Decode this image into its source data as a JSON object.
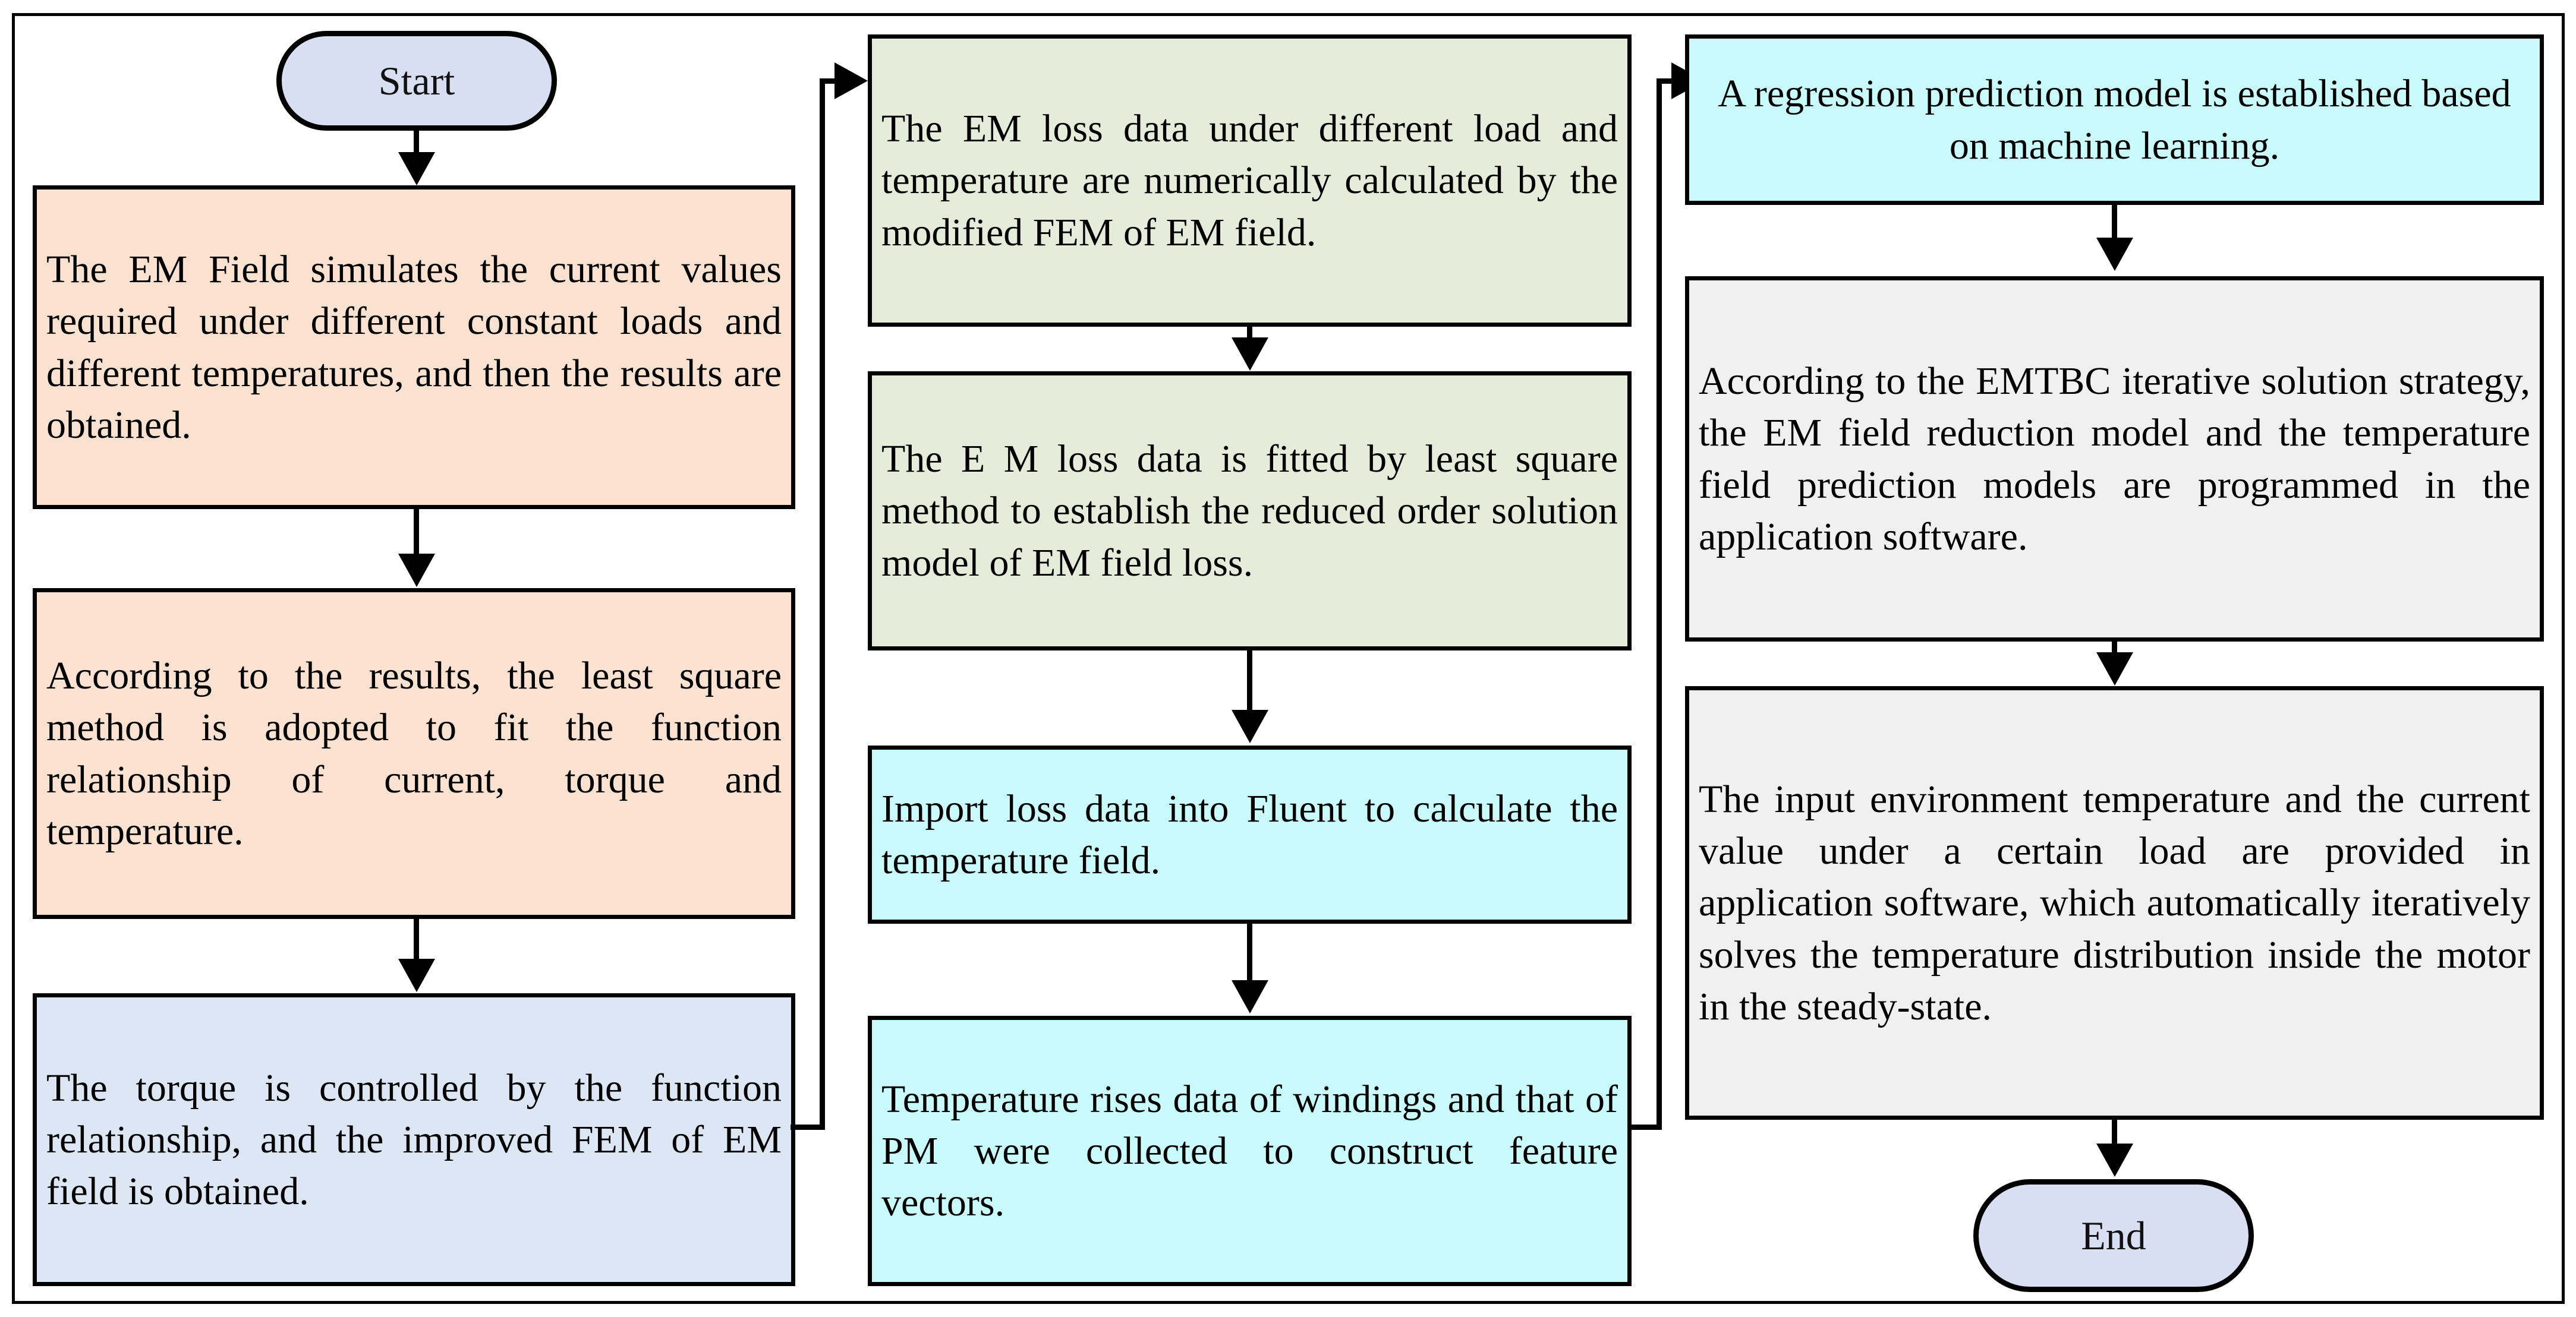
{
  "diagram": {
    "title": "EMTBC motor temperature-field prediction workflow flowchart",
    "colors": {
      "border": "#000000",
      "peach": "#fbe2d0",
      "light_blue": "#dce6f4",
      "green": "#e5ecd9",
      "cyan": "#c9fbfd",
      "gray": "#f0f0f0",
      "terminator": "#d9dff2"
    },
    "terminators": {
      "start": "Start",
      "end": "End"
    },
    "columns": [
      {
        "name": "column-left",
        "nodes": [
          {
            "id": "left-1",
            "fill": "peach",
            "text": "The EM Field simulates the current values required under different constant loads and different temperatures, and then the results are obtained."
          },
          {
            "id": "left-2",
            "fill": "peach",
            "text": "According to the results, the least square method is adopted to fit the function relationship of current, torque and temperature."
          },
          {
            "id": "left-3",
            "fill": "light_blue",
            "text": "The torque is controlled by the function relationship, and the improved FEM of EM field is obtained."
          }
        ]
      },
      {
        "name": "column-middle",
        "nodes": [
          {
            "id": "mid-1",
            "fill": "green",
            "text": "The EM loss data under different load and temperature are numerically calculated by the modified FEM of EM field."
          },
          {
            "id": "mid-2",
            "fill": "green",
            "text": "The E M loss data is fitted by least square method to establish the reduced order solution model of EM field loss."
          },
          {
            "id": "mid-3",
            "fill": "cyan",
            "text": "Import loss data into Fluent to calculate the temperature field."
          },
          {
            "id": "mid-4",
            "fill": "cyan",
            "text": "Temperature rises data of windings and that of PM were collected to construct feature vectors."
          }
        ]
      },
      {
        "name": "column-right",
        "nodes": [
          {
            "id": "right-1",
            "fill": "cyan",
            "align": "center",
            "text": "A regression prediction model is established based on machine learning."
          },
          {
            "id": "right-2",
            "fill": "gray",
            "text": "According to the EMTBC iterative solution strategy, the EM field reduction model and the temperature field prediction models are programmed in the application software."
          },
          {
            "id": "right-3",
            "fill": "gray",
            "text": "The input environment temperature and the current value under a certain load are provided in application software, which automatically iteratively solves the temperature distribution inside the motor in the steady-state."
          }
        ]
      }
    ],
    "edges": [
      {
        "from": "start",
        "to": "left-1",
        "kind": "straight-down"
      },
      {
        "from": "left-1",
        "to": "left-2",
        "kind": "straight-down"
      },
      {
        "from": "left-2",
        "to": "left-3",
        "kind": "straight-down"
      },
      {
        "from": "left-3",
        "to": "mid-1",
        "kind": "elbow-right-up"
      },
      {
        "from": "mid-1",
        "to": "mid-2",
        "kind": "straight-down"
      },
      {
        "from": "mid-2",
        "to": "mid-3",
        "kind": "straight-down"
      },
      {
        "from": "mid-3",
        "to": "mid-4",
        "kind": "straight-down"
      },
      {
        "from": "mid-4",
        "to": "right-1",
        "kind": "elbow-right-up"
      },
      {
        "from": "right-1",
        "to": "right-2",
        "kind": "straight-down"
      },
      {
        "from": "right-2",
        "to": "right-3",
        "kind": "straight-down"
      },
      {
        "from": "right-3",
        "to": "end",
        "kind": "straight-down"
      }
    ]
  }
}
